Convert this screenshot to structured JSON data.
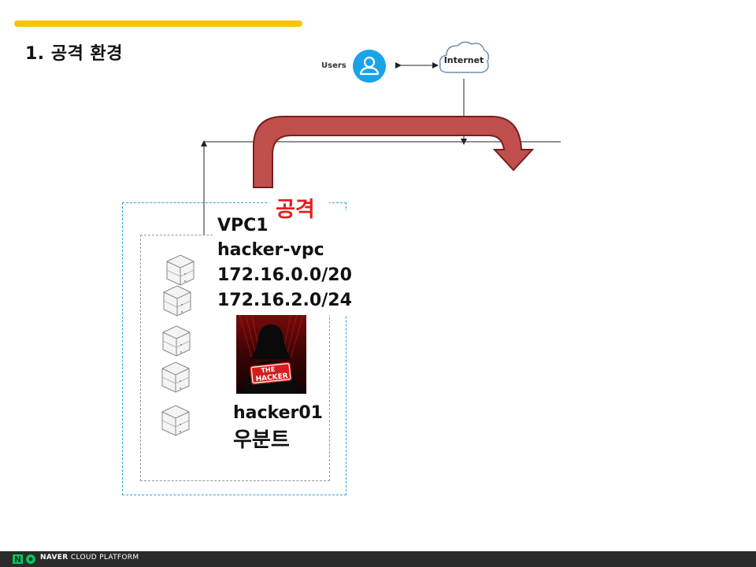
{
  "slide": {
    "title": "1. 공격 환경"
  },
  "users": {
    "label": "Users",
    "icon": "user-circle-icon",
    "color": "#1aa3e8"
  },
  "internet": {
    "label": "Internet",
    "icon": "cloud-icon"
  },
  "attack": {
    "label": "공격",
    "color": "#e02020",
    "arrow_color": "#c0504d"
  },
  "vpc": {
    "name": "VPC1",
    "vpc_name": "hacker-vpc",
    "vpc_cidr": "172.16.0.0/20",
    "subnet_cidr": "172.16.2.0/24",
    "border_color": "#2aa7c9"
  },
  "host": {
    "name": "hacker01",
    "os": "우분트",
    "image_badge_line1": "THE",
    "image_badge_line2": "HACKER"
  },
  "footer": {
    "brand_bold": "NAVER",
    "brand_rest": "CLOUD PLATFORM"
  }
}
